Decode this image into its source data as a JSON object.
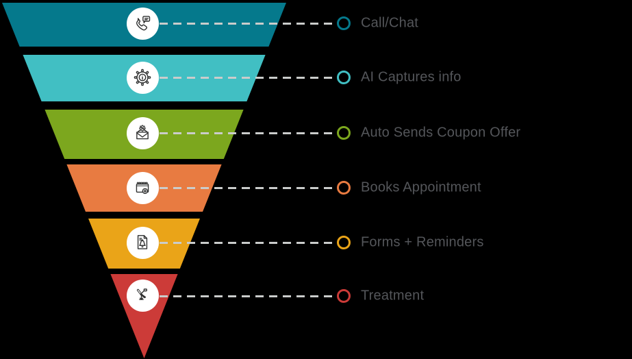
{
  "diagram": {
    "type": "inverted-funnel",
    "background_color": "#000000",
    "text_color": "#54565A",
    "dash_color": "#CACCCB",
    "icon_circle_color": "#FFFFFF",
    "stages": [
      {
        "label": "Call/Chat",
        "color": "#05798C",
        "icon": "phone-chat-icon"
      },
      {
        "label": "AI Captures info",
        "color": "#41BFC3",
        "icon": "gear-info-icon"
      },
      {
        "label": "Auto Sends Coupon Offer",
        "color": "#7CA71E",
        "icon": "coupon-envelope-icon"
      },
      {
        "label": "Books Appointment",
        "color": "#E87B41",
        "icon": "calendar-plus-icon"
      },
      {
        "label": "Forms + Reminders",
        "color": "#EAA418",
        "icon": "forms-bell-icon"
      },
      {
        "label": "Treatment",
        "color": "#CC3B38",
        "icon": "dental-chair-icon"
      }
    ]
  }
}
